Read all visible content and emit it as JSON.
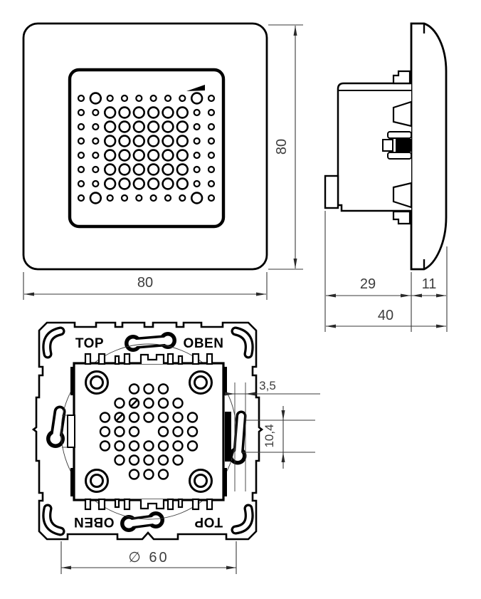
{
  "front_view": {
    "width_label": "80",
    "height_label": "80",
    "grille_pattern": [
      "sLssssssLs",
      "ssLLLLLLss",
      "ssLLLLLLss",
      "ssLLLLLLss",
      "ssLLLLLLss",
      "ssLLLLLLss",
      "ssLLLLLLss",
      "sLssssssLs"
    ]
  },
  "side_view": {
    "insert_depth_label": "29",
    "frame_depth_label": "11",
    "total_depth_label": "40"
  },
  "rear_view": {
    "orientation_top_left": "TOP",
    "orientation_top_right": "OBEN",
    "orientation_bottom_left": "OBEN",
    "orientation_bottom_right": "TOP",
    "slot_width_label": "3,5",
    "slot_length_label": "10,4",
    "mounting_circle_label": "∅ 60",
    "hole_pattern": [
      "..ooo..",
      ".oSooo.",
      "oSooooo",
      "ooo.ooo",
      "ooooooo",
      ".ooooo.",
      "..ooo.."
    ]
  }
}
